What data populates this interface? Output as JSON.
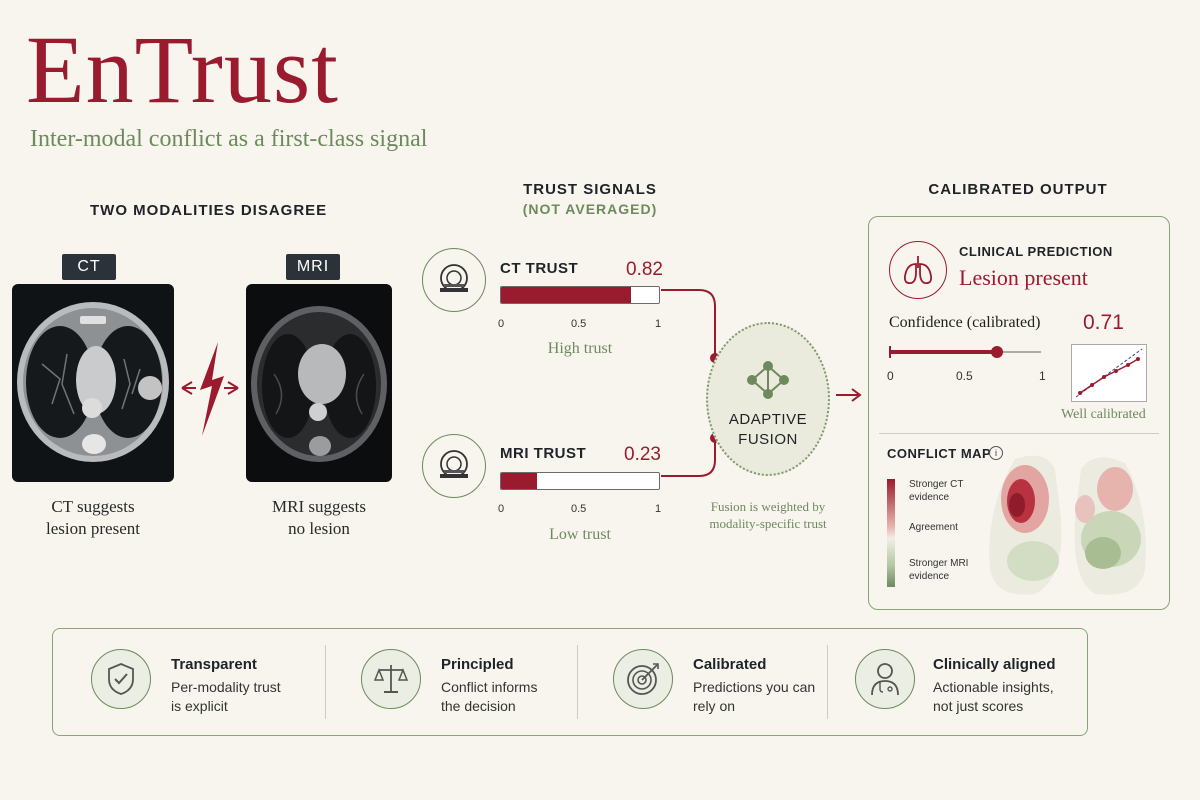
{
  "title": "EnTrust",
  "subtitle": "Inter-modal conflict as a first-class signal",
  "left_panel": {
    "heading": "TWO MODALITIES DISAGREE",
    "ct": {
      "label": "CT",
      "caption_line1": "CT suggests",
      "caption_line2": "lesion present"
    },
    "mri": {
      "label": "MRI",
      "caption_line1": "MRI suggests",
      "caption_line2": "no lesion"
    }
  },
  "trust_signals": {
    "heading": "TRUST SIGNALS",
    "subheading": "(NOT AVERAGED)",
    "ct": {
      "label": "CT  TRUST",
      "value": "0.82",
      "fill": 0.82,
      "note": "High trust"
    },
    "mri": {
      "label": "MRI  TRUST",
      "value": "0.23",
      "fill": 0.23,
      "note": "Low trust"
    },
    "ticks": [
      "0",
      "0.5",
      "1"
    ]
  },
  "fusion": {
    "line1": "ADAPTIVE",
    "line2": "FUSION",
    "note_line1": "Fusion is weighted by",
    "note_line2": "modality-specific trust"
  },
  "output": {
    "heading": "CALIBRATED OUTPUT",
    "clinical_label": "CLINICAL PREDICTION",
    "prediction": "Lesion present",
    "confidence_label": "Confidence (calibrated)",
    "confidence_value": "0.71",
    "confidence_fill": 0.71,
    "ticks": [
      "0",
      "0.5",
      "1"
    ],
    "calibration_caption": "Well calibrated",
    "conflict_map_label": "CONFLICT MAP",
    "info_icon": "i",
    "legend_top_line1": "Stronger CT",
    "legend_top_line2": "evidence",
    "legend_mid": "Agreement",
    "legend_bottom_line1": "Stronger MRI",
    "legend_bottom_line2": "evidence"
  },
  "features": [
    {
      "icon": "shield-check-icon",
      "title": "Transparent",
      "line1": "Per-modality trust",
      "line2": "is explicit"
    },
    {
      "icon": "scales-icon",
      "title": "Principled",
      "line1": "Conflict informs",
      "line2": "the decision"
    },
    {
      "icon": "target-icon",
      "title": "Calibrated",
      "line1": "Predictions you can",
      "line2": "rely on"
    },
    {
      "icon": "doctor-icon",
      "title": "Clinically aligned",
      "line1": "Actionable insights,",
      "line2": "not just scores"
    }
  ],
  "colors": {
    "accent_red": "#9b1b2e",
    "accent_green": "#6d8a5d",
    "background": "#f8f5ef"
  }
}
